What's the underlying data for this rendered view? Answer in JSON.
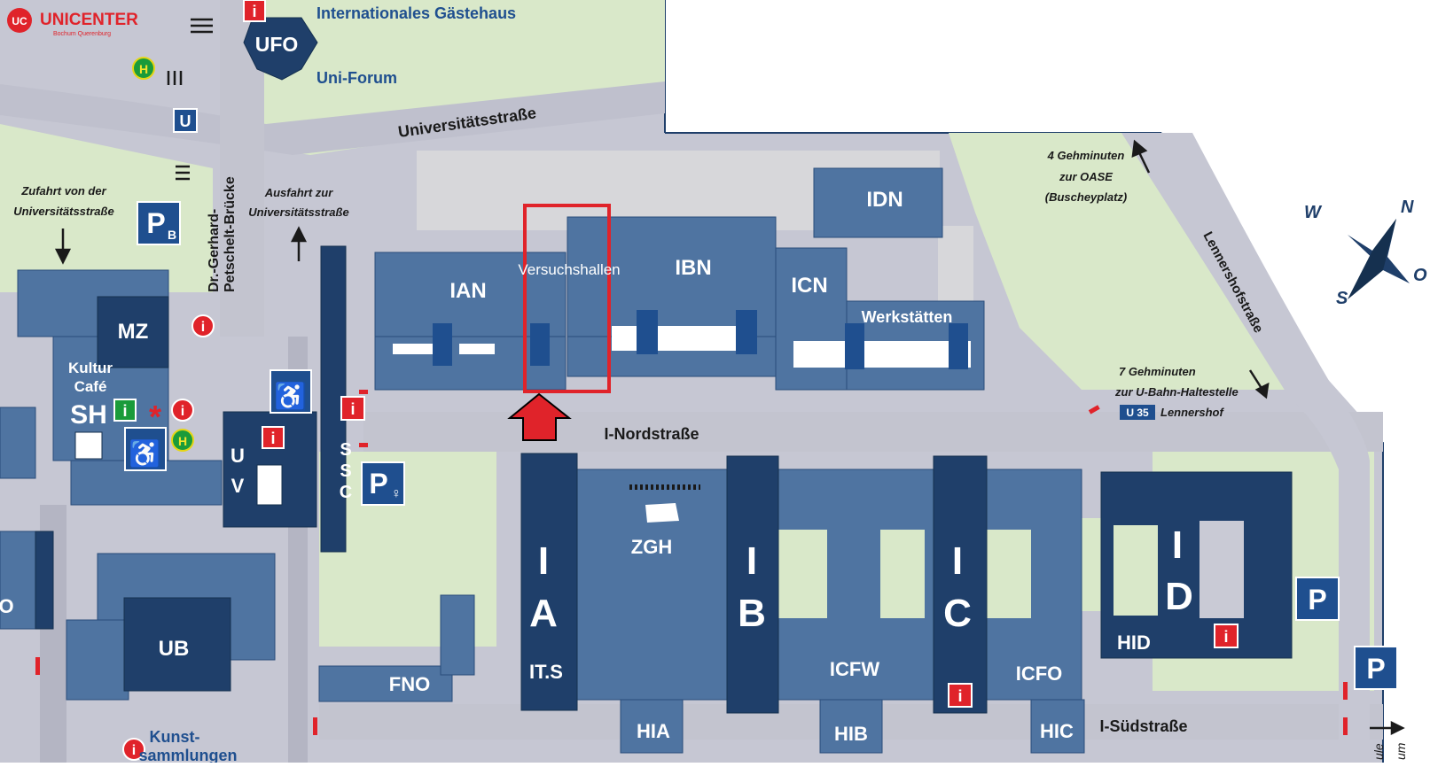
{
  "header": {
    "brand_name": "UNICENTER",
    "brand_sub": "Bochum Querenburg",
    "brand_logo_text": "UC"
  },
  "labels": {
    "guesthouse": "Internationales Gästehaus",
    "ufo": "UFO",
    "uniforum": "Uni-Forum",
    "universitaetsstrasse": "Universitätsstraße",
    "zufahrt_1": "Zufahrt von der",
    "zufahrt_2": "Universitätsstraße",
    "ausfahrt_1": "Ausfahrt zur",
    "ausfahrt_2": "Universitätsstraße",
    "bridge_1": "Dr.-Gerhard-",
    "bridge_2": "Petschelt-Brücke",
    "oase_1": "4 Gehminuten",
    "oase_2": "zur OASE",
    "oase_3": "(Buscheyplatz)",
    "lennershof_street": "Lennershofstraße",
    "tram_1": "7 Gehminuten",
    "tram_2": "zur U-Bahn-Haltestelle",
    "tram_line": "U 35",
    "tram_stop": "Lennershof",
    "nordstrasse": "I-Nordstraße",
    "suedstrasse": "I-Südstraße",
    "kultur_1": "Kultur",
    "kultur_2": "Café",
    "kunst_1": "Kunst-",
    "kunst_2": "sammlungen",
    "versuchshallen": "Versuchshallen",
    "werkstaetten": "Werkstätten",
    "sub_u": "U",
    "sub_h": "H",
    "info": "i",
    "parking": "P",
    "parking_b": "B",
    "edge_o": "O",
    "edge_side": "ule",
    "edge_side2": "um"
  },
  "buildings": {
    "idn": "IDN",
    "ibn": "IBN",
    "ian": "IAN",
    "icn": "ICN",
    "mz": "MZ",
    "sh": "SH",
    "uv_1": "U",
    "uv_2": "V",
    "ssc_1": "S",
    "ssc_2": "S",
    "ssc_3": "C",
    "zgh": "ZGH",
    "ia_1": "I",
    "ia_2": "A",
    "its": "IT.S",
    "ib_1": "I",
    "ib_2": "B",
    "ic_1": "I",
    "ic_2": "C",
    "id_1": "I",
    "id_2": "D",
    "hid": "HID",
    "icfw": "ICFW",
    "icfo": "ICFO",
    "hia": "HIA",
    "hib": "HIB",
    "hic": "HIC",
    "fno": "FNO",
    "ub": "UB"
  },
  "compass": {
    "n": "N",
    "w": "W",
    "o": "O",
    "s": "S"
  },
  "colors": {
    "building": "#4f74a1",
    "building_dark": "#1f3f6a",
    "building_darkest": "#173558",
    "green": "#d9e8c9",
    "road": "#c9cad5",
    "highlight": "#e0232a",
    "arrow": "#e0232a",
    "text_blue": "#1f4f8f"
  }
}
